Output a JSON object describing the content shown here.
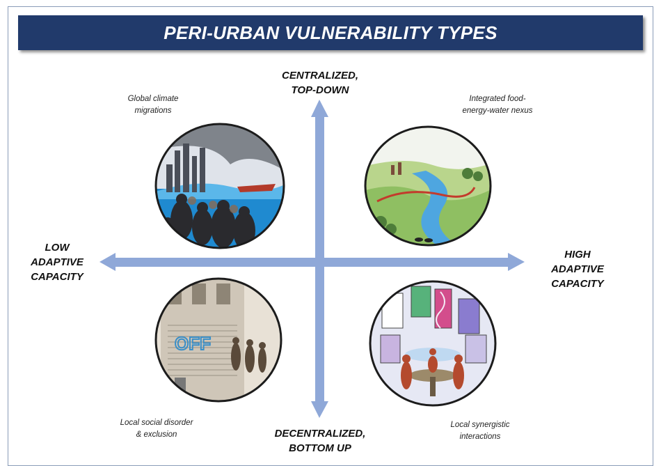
{
  "title": "PERI-URBAN VULNERABILITY TYPES",
  "axes": {
    "top": "CENTRALIZED,\nTOP-DOWN",
    "bottom": "DECENTRALIZED,\nBOTTOM UP",
    "left": "LOW\nADAPTIVE\nCAPACITY",
    "right": "HIGH\nADAPTIVE\nCAPACITY"
  },
  "quadrants": {
    "top_left": "Global climate\nmigrations",
    "top_right": "Integrated food-\nenergy-water nexus",
    "bottom_left": "Local social disorder\n& exclusion",
    "bottom_right": "Local synergistic\ninteractions"
  },
  "illustration_text": {
    "shop_shutter": "OFF"
  },
  "colors": {
    "banner": "#213a6b",
    "arrow": "#8fa8d8"
  }
}
